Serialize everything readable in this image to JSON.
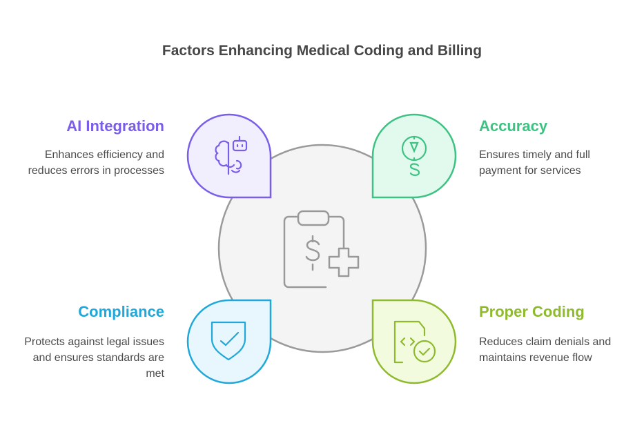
{
  "title": "Factors Enhancing Medical Coding and Billing",
  "items": [
    {
      "title": "AI Integration",
      "desc": "Enhances efficiency and reduces errors in processes",
      "icon": "brain-robot-icon",
      "color": "#7b5ee8",
      "fill": "#f1eefd"
    },
    {
      "title": "Accuracy",
      "desc": "Ensures timely and full payment for services",
      "icon": "clock-dollar-icon",
      "color": "#3cc282",
      "fill": "#e2faee"
    },
    {
      "title": "Compliance",
      "desc": "Protects against legal issues and ensures standards are met",
      "icon": "shield-check-icon",
      "color": "#1fa8d9",
      "fill": "#e7f7fd"
    },
    {
      "title": "Proper Coding",
      "desc": "Reduces claim denials and maintains revenue flow",
      "icon": "code-file-check-icon",
      "color": "#8fba2e",
      "fill": "#f3fbdf"
    }
  ],
  "center": {
    "icon": "clipboard-dollar-medical-icon",
    "color": "#999999",
    "fill": "#f4f4f4"
  }
}
